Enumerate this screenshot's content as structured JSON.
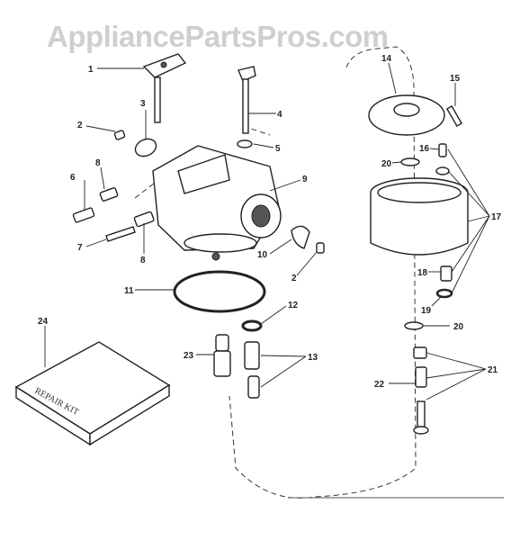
{
  "watermark": "AppliancePartsPros.com",
  "kit_label": "REPAIR KIT",
  "callouts": [
    "1",
    "2",
    "3",
    "4",
    "5",
    "6",
    "7",
    "8",
    "8",
    "9",
    "10",
    "2",
    "11",
    "12",
    "13",
    "14",
    "15",
    "16",
    "17",
    "18",
    "19",
    "20",
    "20",
    "21",
    "22",
    "23",
    "24"
  ]
}
